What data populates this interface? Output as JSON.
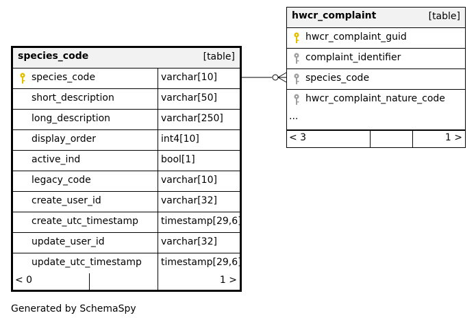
{
  "tables": {
    "species_code": {
      "name": "species_code",
      "tag": "[table]",
      "columns": [
        {
          "name": "species_code",
          "type": "varchar[10]",
          "key": "primary"
        },
        {
          "name": "short_description",
          "type": "varchar[50]"
        },
        {
          "name": "long_description",
          "type": "varchar[250]"
        },
        {
          "name": "display_order",
          "type": "int4[10]"
        },
        {
          "name": "active_ind",
          "type": "bool[1]"
        },
        {
          "name": "legacy_code",
          "type": "varchar[10]"
        },
        {
          "name": "create_user_id",
          "type": "varchar[32]"
        },
        {
          "name": "create_utc_timestamp",
          "type": "timestamp[29,6]"
        },
        {
          "name": "update_user_id",
          "type": "varchar[32]"
        },
        {
          "name": "update_utc_timestamp",
          "type": "timestamp[29,6]"
        }
      ],
      "footer": {
        "left": "< 0",
        "right": "1 >"
      }
    },
    "hwcr_complaint": {
      "name": "hwcr_complaint",
      "tag": "[table]",
      "columns": [
        {
          "name": "hwcr_complaint_guid",
          "key": "primary"
        },
        {
          "name": "complaint_identifier",
          "key": "foreign"
        },
        {
          "name": "species_code",
          "key": "foreign"
        },
        {
          "name": "hwcr_complaint_nature_code",
          "key": "foreign"
        }
      ],
      "more": "...",
      "footer": {
        "left": "< 3",
        "right": "1 >"
      }
    }
  },
  "relationship": {
    "from": "species_code.species_code",
    "to": "hwcr_complaint.species_code",
    "style": "one-to-many (zero or more)"
  },
  "credit": "Generated by SchemaSpy",
  "colors": {
    "primary_key": "#e5c000",
    "foreign_key": "#a0a0a0",
    "header_bg": "#f2f2f2",
    "line": "#000000"
  }
}
